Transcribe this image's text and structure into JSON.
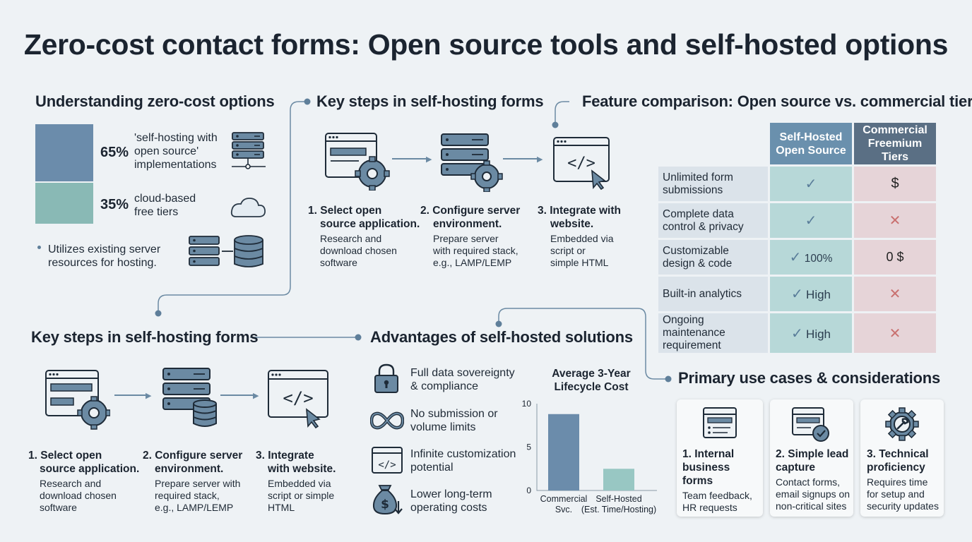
{
  "title": "Zero-cost contact forms: Open source tools and self-hosted options",
  "understanding": {
    "heading": "Understanding zero-cost options",
    "stat1": {
      "pct": "65%",
      "line1": "'self-hosting with",
      "line2": "open source'",
      "line3": "implementations",
      "value": 65,
      "color": "#6b8cab"
    },
    "stat2": {
      "pct": "35%",
      "line1": "cloud-based",
      "line2": "free tiers",
      "value": 35,
      "color": "#89b9b5"
    },
    "bullet_line1": "Utilizes existing server",
    "bullet_line2": "resources for hosting.",
    "icons": [
      "server-rack-icon",
      "cloud-icon",
      "server-database-icon"
    ]
  },
  "steps_top": {
    "heading": "Key steps in self-hosting forms",
    "items": [
      {
        "title1": "1. Select open",
        "title2": "source application.",
        "d1": "Research and",
        "d2": "download chosen",
        "d3": "software"
      },
      {
        "title1": "2. Configure server",
        "title2": "environment.",
        "d1": "Prepare server",
        "d2": "with required stack,",
        "d3": "e.g., LAMP/LEMP"
      },
      {
        "title1": "3. Integrate with",
        "title2": "website.",
        "d1": "Embedded via",
        "d2": "script or",
        "d3": "simple HTML"
      }
    ]
  },
  "comparison": {
    "heading": "Feature comparison: Open source vs. commercial tiers.",
    "col1_line1": "Self-Hosted",
    "col1_line2": "Open Source",
    "col2_line1": "Commercial",
    "col2_line2": "Freemium Tiers",
    "rows": [
      {
        "l1": "Unlimited form",
        "l2": "submissions",
        "sh": "",
        "cm": "$"
      },
      {
        "l1": "Complete data",
        "l2": "control & privacy",
        "sh": "",
        "cm": "✕"
      },
      {
        "l1": "Customizable",
        "l2": "design & code",
        "sh": "100%",
        "cm": "0 $"
      },
      {
        "l1": "Built-in analytics",
        "l2": "",
        "sh": "High",
        "cm": "✕"
      },
      {
        "l1": "Ongoing maintenance",
        "l2": "requirement",
        "sh": "High",
        "cm": "✕"
      }
    ]
  },
  "steps_bottom": {
    "heading": "Key steps in self-hosting forms",
    "items": [
      {
        "title1": "1. Select open",
        "title2": "source application.",
        "d1": "Research and",
        "d2": "download chosen",
        "d3": "software"
      },
      {
        "title1": "2. Configure server",
        "title2": "environment.",
        "d1": "Prepare server with",
        "d2": "required stack,",
        "d3": "e.g., LAMP/LEMP"
      },
      {
        "title1": "3. Integrate",
        "title2": "with website.",
        "d1": "Embedded via",
        "d2": "script or simple",
        "d3": "HTML"
      }
    ]
  },
  "advantages": {
    "heading": "Advantages of self-hosted solutions",
    "items": [
      {
        "l1": "Full data sovereignty",
        "l2": "& compliance",
        "icon": "padlock-icon"
      },
      {
        "l1": "No submission or",
        "l2": "volume limits",
        "icon": "infinity-icon"
      },
      {
        "l1": "Infinite customization",
        "l2": "potential",
        "icon": "code-window-icon"
      },
      {
        "l1": "Lower long-term",
        "l2": "operating costs",
        "icon": "money-bag-icon"
      }
    ]
  },
  "chart_data": {
    "type": "bar",
    "title": "Average 3-Year Lifecycle Cost",
    "title_line1": "Average 3-Year",
    "title_line2": "Lifecycle Cost",
    "categories": [
      "Commercial Svc.",
      "Self-Hosted (Est. Time/Hosting)"
    ],
    "cat1_line1": "Commercial",
    "cat1_line2": "Svc.",
    "cat2_line1": "Self-Hosted",
    "cat2_line2": "(Est. Time/Hosting)",
    "values": [
      8.8,
      2.5
    ],
    "colors": [
      "#6b8cab",
      "#98c7c3"
    ],
    "ylim": [
      0,
      10
    ],
    "yticks": [
      "0",
      "5",
      "10"
    ],
    "grid": false
  },
  "usecases": {
    "heading": "Primary use cases & considerations",
    "cards": [
      {
        "t1": "1. Internal",
        "t2": "business forms",
        "d1": "Team feedback,",
        "d2": "HR requests",
        "d3": "",
        "icon": "form-list-icon"
      },
      {
        "t1": "2. Simple lead",
        "t2": "capture",
        "d1": "Contact forms,",
        "d2": "email signups on",
        "d3": "non-critical sites",
        "icon": "form-check-icon"
      },
      {
        "t1": "3. Technical",
        "t2": "proficiency",
        "d1": "Requires time",
        "d2": "for setup and",
        "d3": "security updates",
        "icon": "gear-wrench-icon"
      }
    ]
  }
}
